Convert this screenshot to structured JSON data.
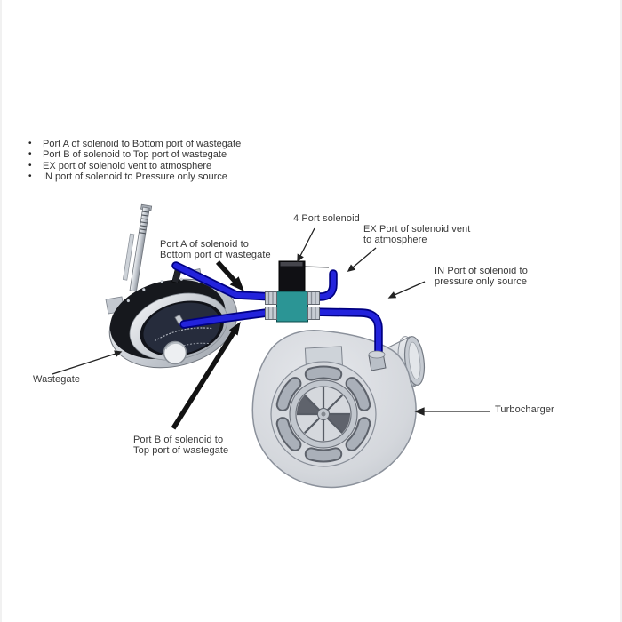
{
  "instructions": {
    "items": [
      "Port A of solenoid to Bottom port of wastegate",
      "Port B of solenoid to Top port of wastegate",
      "EX port of solenoid vent to atmosphere",
      "IN port of solenoid to Pressure only source"
    ],
    "bullet_glyph": "•"
  },
  "labels": {
    "solenoid": "4 Port solenoid",
    "ex_port": "EX Port of solenoid vent\nto atmosphere",
    "in_port": "IN Port of solenoid to\npressure only source",
    "port_a": "Port A of solenoid to\nBottom port of wastegate",
    "port_b": "Port B of solenoid to\nTop port of wastegate",
    "wastegate": "Wastegate",
    "turbocharger": "Turbocharger"
  },
  "colors": {
    "hose_blue": "#2323dc",
    "hose_outline": "#000082",
    "solenoid_body_teal": "#2b9595",
    "solenoid_coil_black": "#101014",
    "turbo_metal_gray": "#d6d9de",
    "wastegate_face_navy": "#262c3c",
    "annotation_black": "#222222",
    "text_gray": "#383838",
    "background": "#ffffff"
  }
}
